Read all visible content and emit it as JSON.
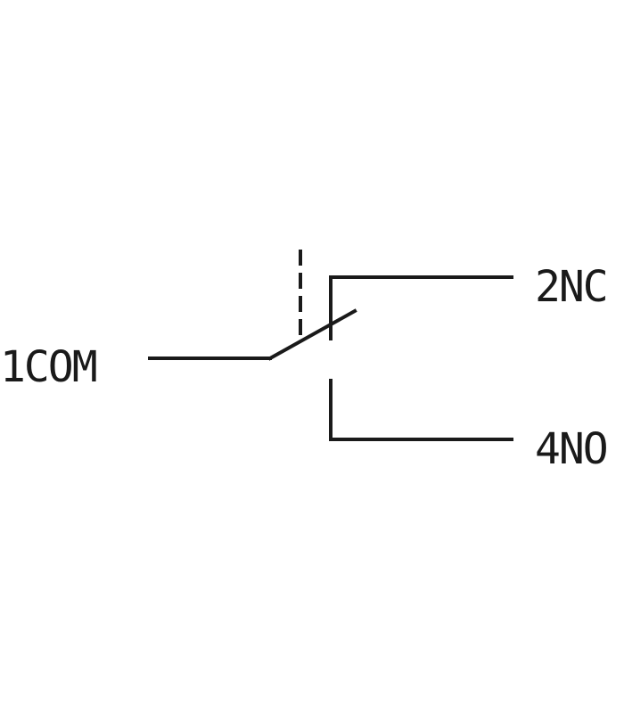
{
  "diagram": {
    "terminals": {
      "common": "1COM",
      "normally_closed": "2NC",
      "normally_open": "4NO"
    },
    "colors": {
      "line": "#1a1a1a",
      "background": "#ffffff"
    }
  }
}
